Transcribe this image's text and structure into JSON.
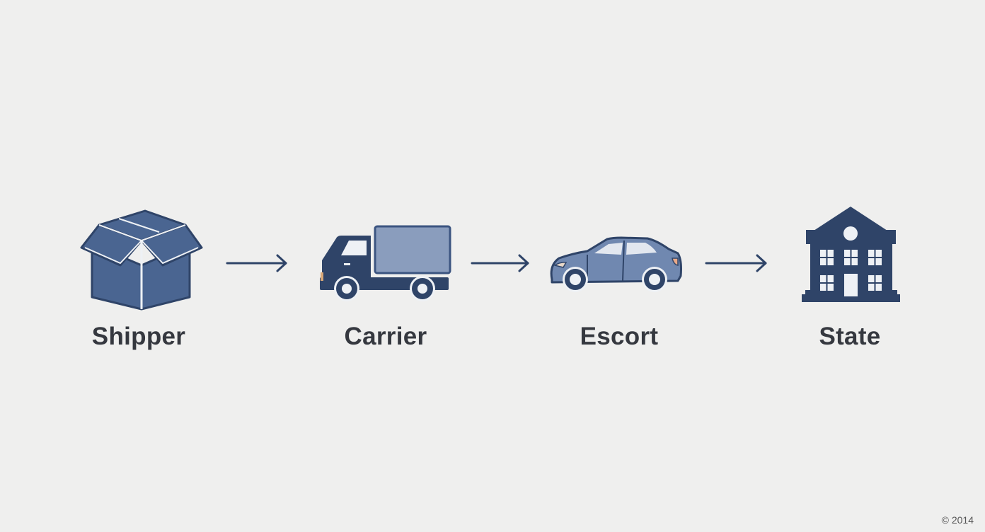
{
  "nodes": [
    {
      "label": "Shipper",
      "icon": "box-icon"
    },
    {
      "label": "Carrier",
      "icon": "truck-icon"
    },
    {
      "label": "Escort",
      "icon": "car-icon"
    },
    {
      "label": "State",
      "icon": "government-building-icon"
    }
  ],
  "copyright": "© 2014",
  "colors": {
    "navy": "#2f4468",
    "box": "#4a6591",
    "cargo": "#8a9dbd",
    "car": "#7088b0",
    "background": "#efefee"
  }
}
